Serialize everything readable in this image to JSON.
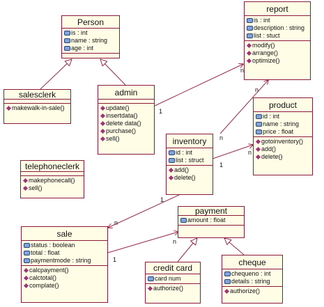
{
  "colors": {
    "border": "#8b1a3a",
    "fill": "#fffde6",
    "link": "#9a2a4a",
    "attr_icon": "#7fa6d6",
    "op_icon": "#a0337a"
  },
  "icons": {
    "attribute": "field-icon",
    "operation": "method-icon"
  },
  "classes": {
    "person": {
      "name": "Person",
      "attributes": [
        "is : int",
        "name : string",
        "age : int"
      ],
      "operations": []
    },
    "salesclerk": {
      "name": "salesclerk",
      "attributes": [],
      "operations": [
        "makewalk-in-sale()"
      ]
    },
    "admin": {
      "name": "admin",
      "attributes": [],
      "operations": [
        "update()",
        "insertdata()",
        "delete data()",
        "purchase()",
        "sell()"
      ]
    },
    "telephoneclerk": {
      "name": "telephoneclerk",
      "attributes": [],
      "operations": [
        "makephonecall()",
        "sell()"
      ]
    },
    "report": {
      "name": "report",
      "attributes": [
        "is : int",
        "description : string",
        "list : stuct"
      ],
      "operations": [
        "modify()",
        "arrange()",
        "optimize()"
      ]
    },
    "product": {
      "name": "product",
      "attributes": [
        "id : int",
        "name : string",
        "price : float"
      ],
      "operations": [
        "gotoinventory()",
        "add()",
        "delete()"
      ]
    },
    "inventory": {
      "name": "inventory",
      "attributes": [
        "id : int",
        "list : struct"
      ],
      "operations": [
        "add()",
        "delete()"
      ]
    },
    "sale": {
      "name": "sale",
      "attributes": [
        "status : boolean",
        "total : float",
        "paymentmode : string"
      ],
      "operations": [
        "calcpayment()",
        "calctotal()",
        "complate()"
      ]
    },
    "payment": {
      "name": "payment",
      "attributes": [
        "amount : float"
      ],
      "operations": []
    },
    "creditcard": {
      "name": "credit card",
      "attributes": [
        "card num"
      ],
      "operations": [
        "authorize()"
      ]
    },
    "cheque": {
      "name": "cheque",
      "attributes": [
        "chequeno : int",
        "details : string"
      ],
      "operations": [
        "authorize()"
      ]
    }
  },
  "multiplicities": {
    "admin_report_admin": "1",
    "admin_report_report": "n",
    "inventory_report_inventory": "n",
    "inventory_report_report": "n",
    "inventory_product_inventory": "1",
    "inventory_product_product": "n",
    "inventory_sale_inventory": "1",
    "inventory_sale_sale": "n",
    "sale_payment_sale": "1",
    "sale_payment_payment": "n"
  }
}
